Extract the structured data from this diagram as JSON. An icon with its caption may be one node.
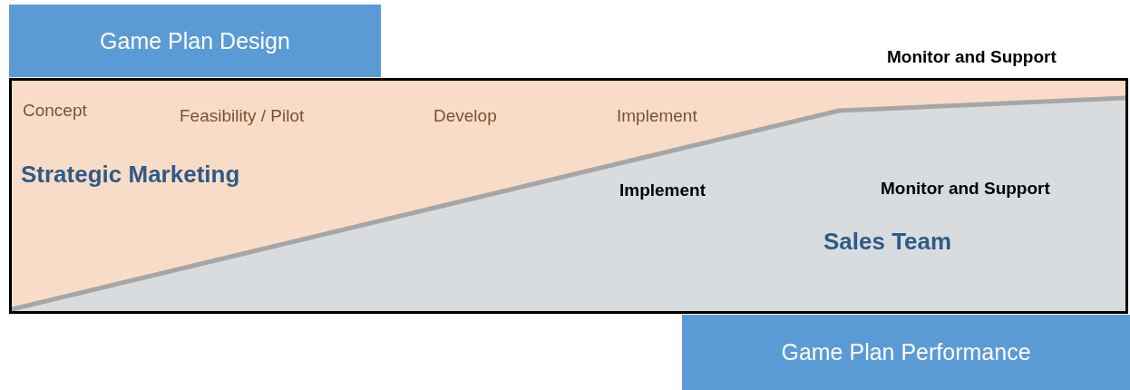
{
  "diagram": {
    "nodes": [
      {
        "text": [
          "Game Plan Design"
        ]
      },
      {
        "text": [
          "Strategic Marketing"
        ]
      },
      {
        "text": [
          "Sales Team"
        ],
        "in": 1
      },
      {
        "text": [
          "Game Plan Performance"
        ]
      }
    ],
    "labels": [
      "Monitor and Support",
      "Concept",
      "Feasibility / Pilot",
      "Develop",
      "Implement",
      "Implement",
      "Monitor and Support"
    ]
  }
}
